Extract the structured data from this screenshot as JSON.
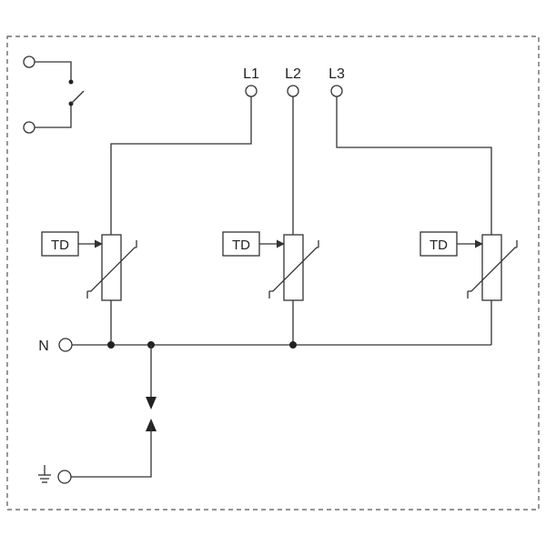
{
  "terminals": {
    "l1": "L1",
    "l2": "L2",
    "l3": "L3",
    "neutral": "N"
  },
  "thermal_disconnector_label": "TD",
  "colors": {
    "line": "#333333",
    "text": "#222222",
    "background": "#ffffff"
  },
  "icons": {
    "ground": "ground-icon",
    "switch": "remote-signal-contact-icon",
    "gap": "spark-gap-icon"
  }
}
